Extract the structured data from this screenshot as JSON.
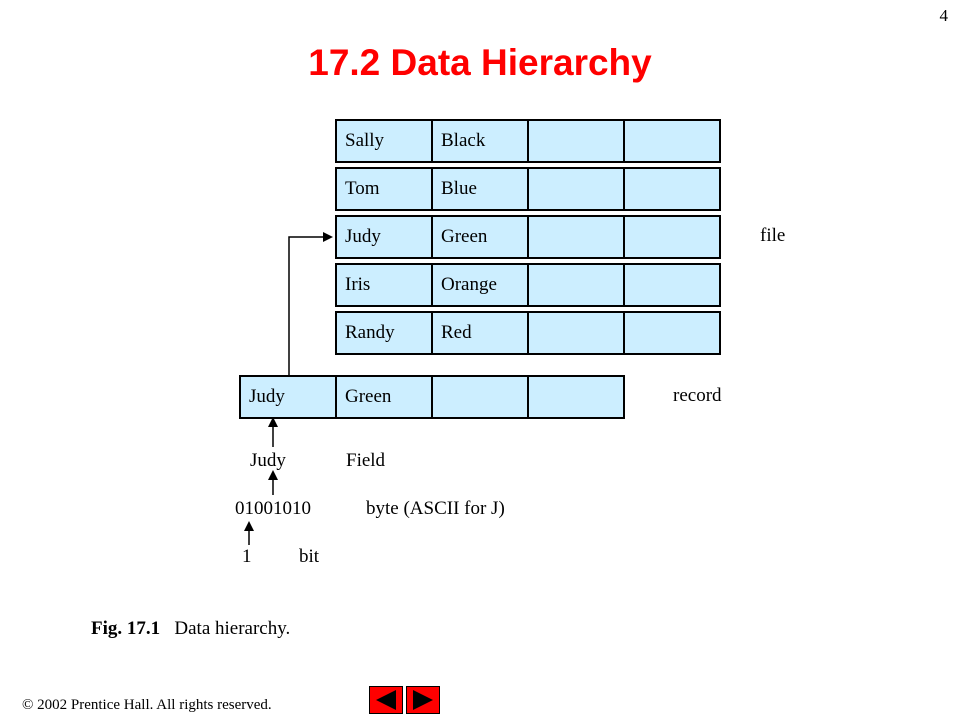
{
  "page_number": "4",
  "title": "17.2  Data Hierarchy",
  "file_records": [
    {
      "first": "Sally",
      "last": "Black"
    },
    {
      "first": "Tom",
      "last": "Blue"
    },
    {
      "first": "Judy",
      "last": "Green"
    },
    {
      "first": "Iris",
      "last": "Orange"
    },
    {
      "first": "Randy",
      "last": "Red"
    }
  ],
  "record": {
    "first": "Judy",
    "last": "Green"
  },
  "labels": {
    "file": "file",
    "record": "record",
    "field_value": "Judy",
    "field": "Field",
    "byte_value": "01001010",
    "byte": "byte (ASCII for J)",
    "bit_value": "1",
    "bit": "bit"
  },
  "caption": {
    "fig": "Fig. 17.1",
    "text": "Data hierarchy."
  },
  "footer": "© 2002 Prentice Hall.  All rights reserved.",
  "colors": {
    "title": "#ff0000",
    "cell_fill": "#cceeff",
    "nav_button": "#ff0000"
  },
  "nav": {
    "prev_icon": "left-triangle-icon",
    "next_icon": "right-triangle-icon"
  }
}
